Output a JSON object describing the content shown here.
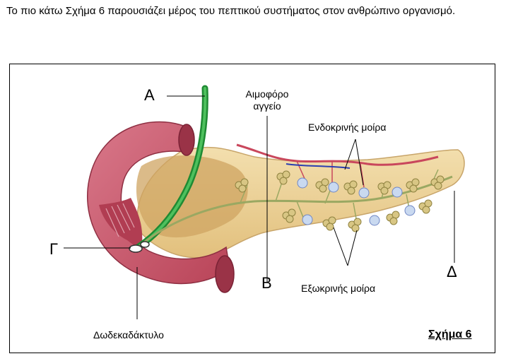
{
  "intro_text": "Το πιο κάτω Σχήμα 6 παρουσιάζει  μέρος του πεπτικού συστήματος στον ανθρώπινο οργανισμό.",
  "labels": {
    "A": "Α",
    "B": "Β",
    "G": "Γ",
    "D": "Δ",
    "blood_vessel": "Αιμοφόρο αγγείο",
    "endocrine": "Ενδοκρινής μοίρα",
    "exocrine": "Εξωκρινής μοίρα",
    "duodenum": "Δωδεκαδάκτυλο"
  },
  "caption": "Σχήμα 6",
  "colors": {
    "pancreas": "#eccf93",
    "duodenum": "#c9566a",
    "bile_duct": "#2ca640",
    "vessel": "#c9475c"
  }
}
